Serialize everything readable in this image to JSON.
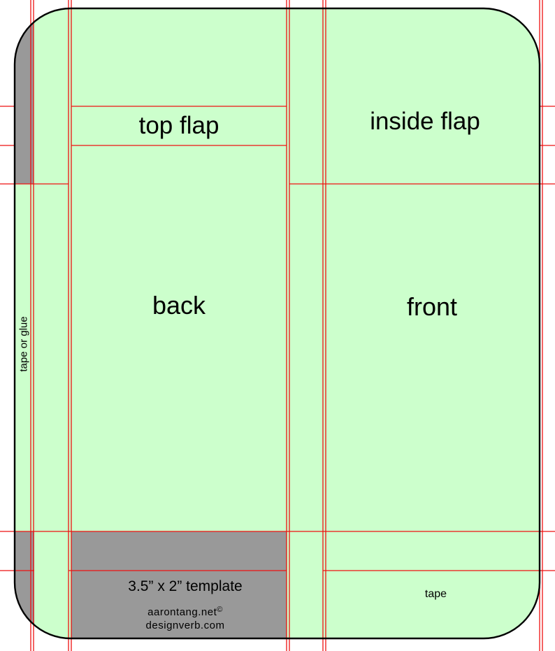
{
  "template": {
    "panels": {
      "top_flap": "top flap",
      "inside_flap": "inside flap",
      "back": "back",
      "front": "front",
      "tape_or_glue": "tape or glue",
      "tape": "tape"
    },
    "size_label": "3.5” x 2” template",
    "credits": {
      "line1": "aarontang.net",
      "copyright_mark": "©",
      "line2": "designverb.com"
    }
  },
  "colors": {
    "panel_fill": "#ccffcc",
    "waste_fill": "#999999",
    "cut_line": "#ee1111",
    "outline": "#000000"
  }
}
